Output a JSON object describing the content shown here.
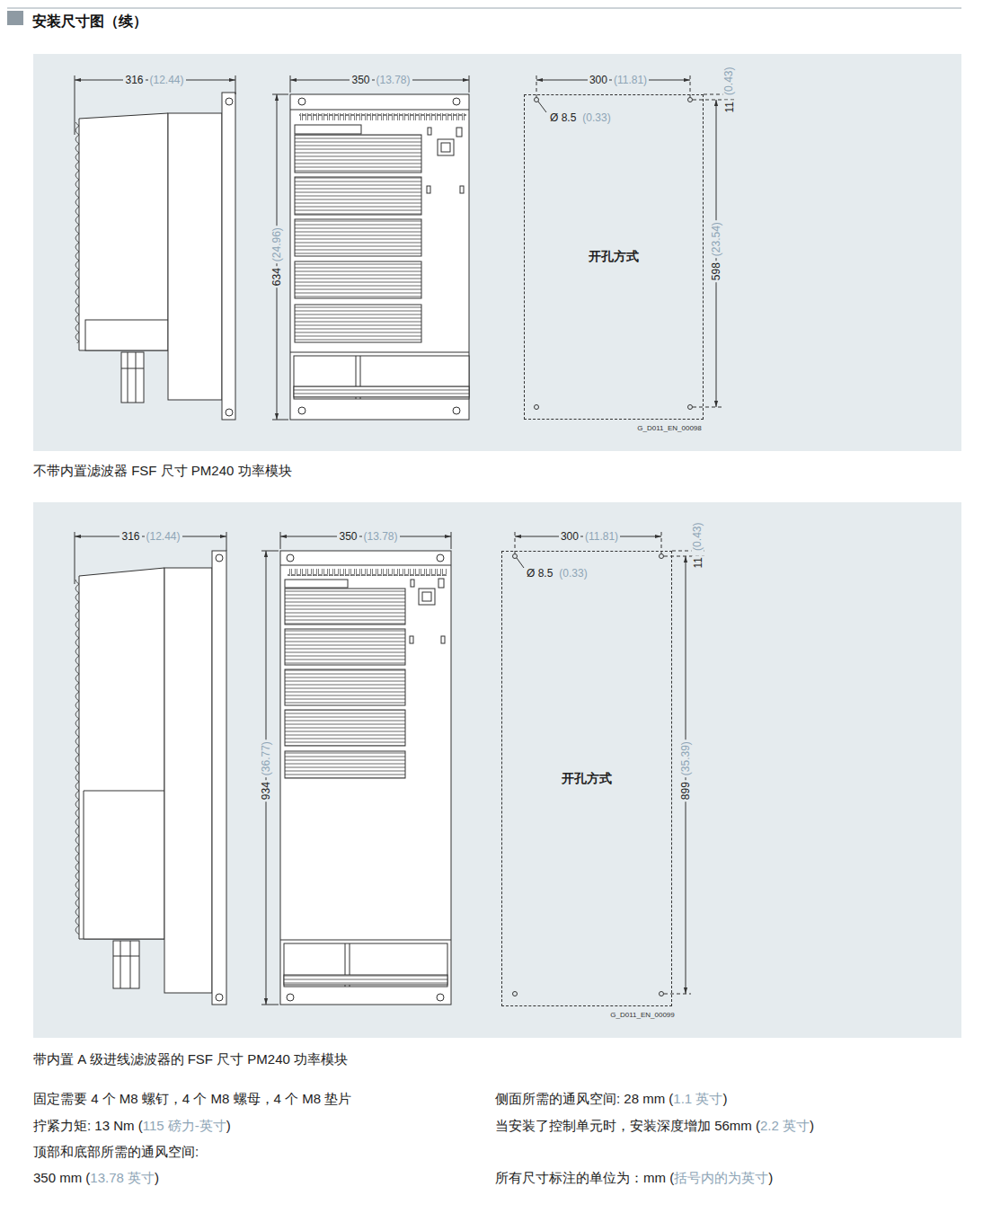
{
  "diagram": {
    "title": "安装尺寸图（续）",
    "nodes": [
      {
        "text": [
          "开孔方式"
        ]
      },
      {
        "text": [
          "开孔方式"
        ]
      }
    ],
    "labels": [
      "316",
      "(12.44)",
      "350",
      "(13.78)",
      "634",
      "(24.96)",
      "300",
      "(11.81)",
      "Ø 8.5",
      "(0.33)",
      "11",
      "(0.43)",
      "598",
      "(23.54)",
      "G_D011_EN_00098",
      "不带内置滤波器 FSF 尺寸 PM240 功率模块",
      "316",
      "(12.44)",
      "350",
      "(13.78)",
      "934",
      "(36.77)",
      "300",
      "(11.81)",
      "Ø 8.5",
      "(0.33)",
      "11",
      "(0.43)",
      "899",
      "(35.39)",
      "G_D011_EN_00099",
      "带内置 A 级进线滤波器的 FSF 尺寸 PM240 功率模块",
      "固定需要 4 个 M8 螺钉，4 个 M8 螺母，4 个 M8 垫片",
      "拧紧力矩: 13 Nm (",
      "115 磅力-英寸",
      ")",
      "顶部和底部所需的通风空间:",
      "350 mm (",
      "13.78 英寸",
      ")",
      "侧面所需的通风空间: 28 mm (",
      "1.1 英寸",
      ")",
      "当安装了控制单元时，安装深度增加 56mm (",
      "2.2 英寸",
      ")",
      "所有尺寸标注的单位为：mm (",
      "括号内的为英寸",
      ")"
    ]
  }
}
